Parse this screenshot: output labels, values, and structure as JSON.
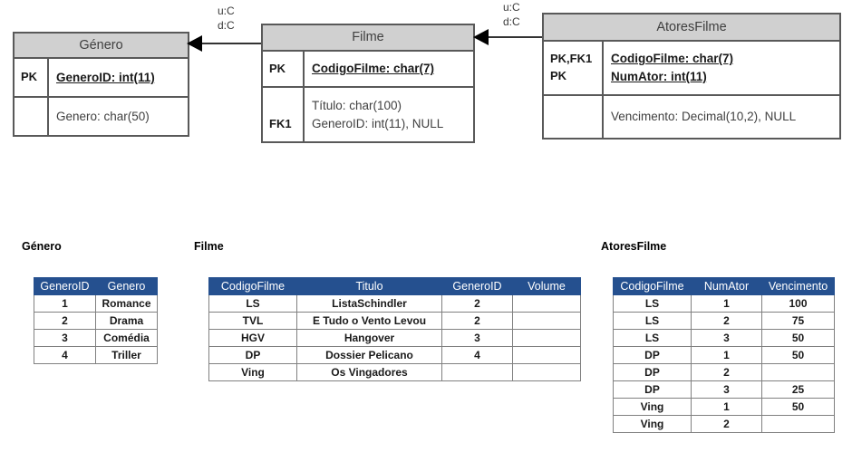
{
  "diagram": {
    "entities": [
      {
        "id": "genero",
        "title": "Género",
        "rows": [
          {
            "key": "PK",
            "fields": [
              {
                "text": "GeneroID: int(11)",
                "pk": true
              }
            ]
          },
          {
            "key": "",
            "fields": [
              {
                "text": "Genero: char(50)",
                "pk": false
              }
            ]
          }
        ]
      },
      {
        "id": "filme",
        "title": "Filme",
        "rows": [
          {
            "key": "PK",
            "fields": [
              {
                "text": "CodigoFilme: char(7)",
                "pk": true
              }
            ]
          },
          {
            "key": "FK1",
            "fields": [
              {
                "text": "Título: char(100)",
                "pk": false
              },
              {
                "text": "GeneroID: int(11), NULL",
                "pk": false
              }
            ]
          }
        ]
      },
      {
        "id": "atoresfilme",
        "title": "AtoresFilme",
        "rows": [
          {
            "key": "PK,FK1\nPK",
            "keyline1": "PK,FK1",
            "keyline2": "PK",
            "fields": [
              {
                "text": "CodigoFilme: char(7)",
                "pk": true
              },
              {
                "text": "NumAtor: int(11)",
                "pk": true
              }
            ]
          },
          {
            "key": "",
            "fields": [
              {
                "text": "Vencimento: Decimal(10,2), NULL",
                "pk": false
              }
            ]
          }
        ]
      }
    ],
    "connectors": [
      {
        "id": "filme-to-genero",
        "update_rule": "u:C",
        "delete_rule": "d:C"
      },
      {
        "id": "atoresfilme-to-filme",
        "update_rule": "u:C",
        "delete_rule": "d:C"
      }
    ]
  },
  "tables": [
    {
      "id": "genero",
      "title": "Género",
      "columns": [
        "GeneroID",
        "Genero"
      ],
      "rows": [
        [
          "1",
          "Romance"
        ],
        [
          "2",
          "Drama"
        ],
        [
          "3",
          "Comédia"
        ],
        [
          "4",
          "Triller"
        ]
      ]
    },
    {
      "id": "filme",
      "title": "Filme",
      "columns": [
        "CodigoFilme",
        "Titulo",
        "GeneroID",
        "Volume"
      ],
      "rows": [
        [
          "LS",
          "ListaSchindler",
          "2",
          ""
        ],
        [
          "TVL",
          "E Tudo o Vento Levou",
          "2",
          ""
        ],
        [
          "HGV",
          "Hangover",
          "3",
          ""
        ],
        [
          "DP",
          "Dossier Pelicano",
          "4",
          ""
        ],
        [
          "Ving",
          "Os Vingadores",
          "",
          ""
        ]
      ]
    },
    {
      "id": "atoresfilme",
      "title": "AtoresFilme",
      "columns": [
        "CodigoFilme",
        "NumAtor",
        "Vencimento"
      ],
      "rows": [
        [
          "LS",
          "1",
          "100"
        ],
        [
          "LS",
          "2",
          "75"
        ],
        [
          "LS",
          "3",
          "50"
        ],
        [
          "DP",
          "1",
          "50"
        ],
        [
          "DP",
          "2",
          ""
        ],
        [
          "DP",
          "3",
          "25"
        ],
        [
          "Ving",
          "1",
          "50"
        ],
        [
          "Ving",
          "2",
          ""
        ]
      ]
    }
  ],
  "colors": {
    "table_header_blue": "#25508f",
    "entity_header_grey": "#d0d0d0",
    "entity_border": "#595959",
    "cell_border": "#808080"
  }
}
